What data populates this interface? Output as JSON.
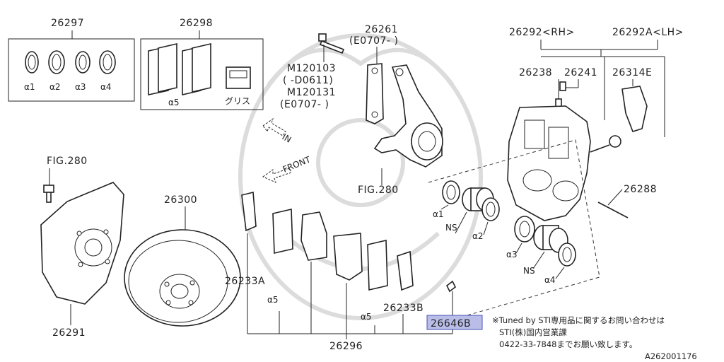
{
  "labels": {
    "p26297": "26297",
    "p26298": "26298",
    "p26261": "26261",
    "p26261_code": "(E0707- )",
    "m120103": "M120103",
    "m120103_range": "( -D0611)",
    "m120131": "M120131",
    "m120131_range": "(E0707- )",
    "p26292": "26292<RH>",
    "p26292a": "26292A<LH>",
    "p26238": "26238",
    "p26241": "26241",
    "p26314e": "26314E",
    "fig280_top": "FIG.280",
    "fig280_left": "FIG.280",
    "p26300": "26300",
    "p26288": "26288",
    "p26233a": "26233A",
    "p26233b": "26233B",
    "p26291": "26291",
    "p26296": "26296",
    "p26646b": "26646B",
    "in_arrow": "IN",
    "front_arrow": "FRONT",
    "grease": "グリス",
    "a1_box": "α1",
    "a2_box": "α2",
    "a3_box": "α3",
    "a4_box": "α4",
    "a5_box": "α5",
    "a1": "α1",
    "a2": "α2",
    "a3": "α3",
    "a4": "α4",
    "ns1": "NS",
    "ns2": "NS",
    "a5_low1": "α5",
    "a5_low2": "α5"
  },
  "note": {
    "line1": "※Tuned by STI専用品に関するお問い合わせは",
    "line2": "STI(株)国内営業課",
    "line3": "0422-33-7848までお願い致します。"
  },
  "diagram_id": "A262001176",
  "colors": {
    "highlight": "#b9bde8",
    "line": "#222222",
    "watermark": "#dcdcdc"
  }
}
